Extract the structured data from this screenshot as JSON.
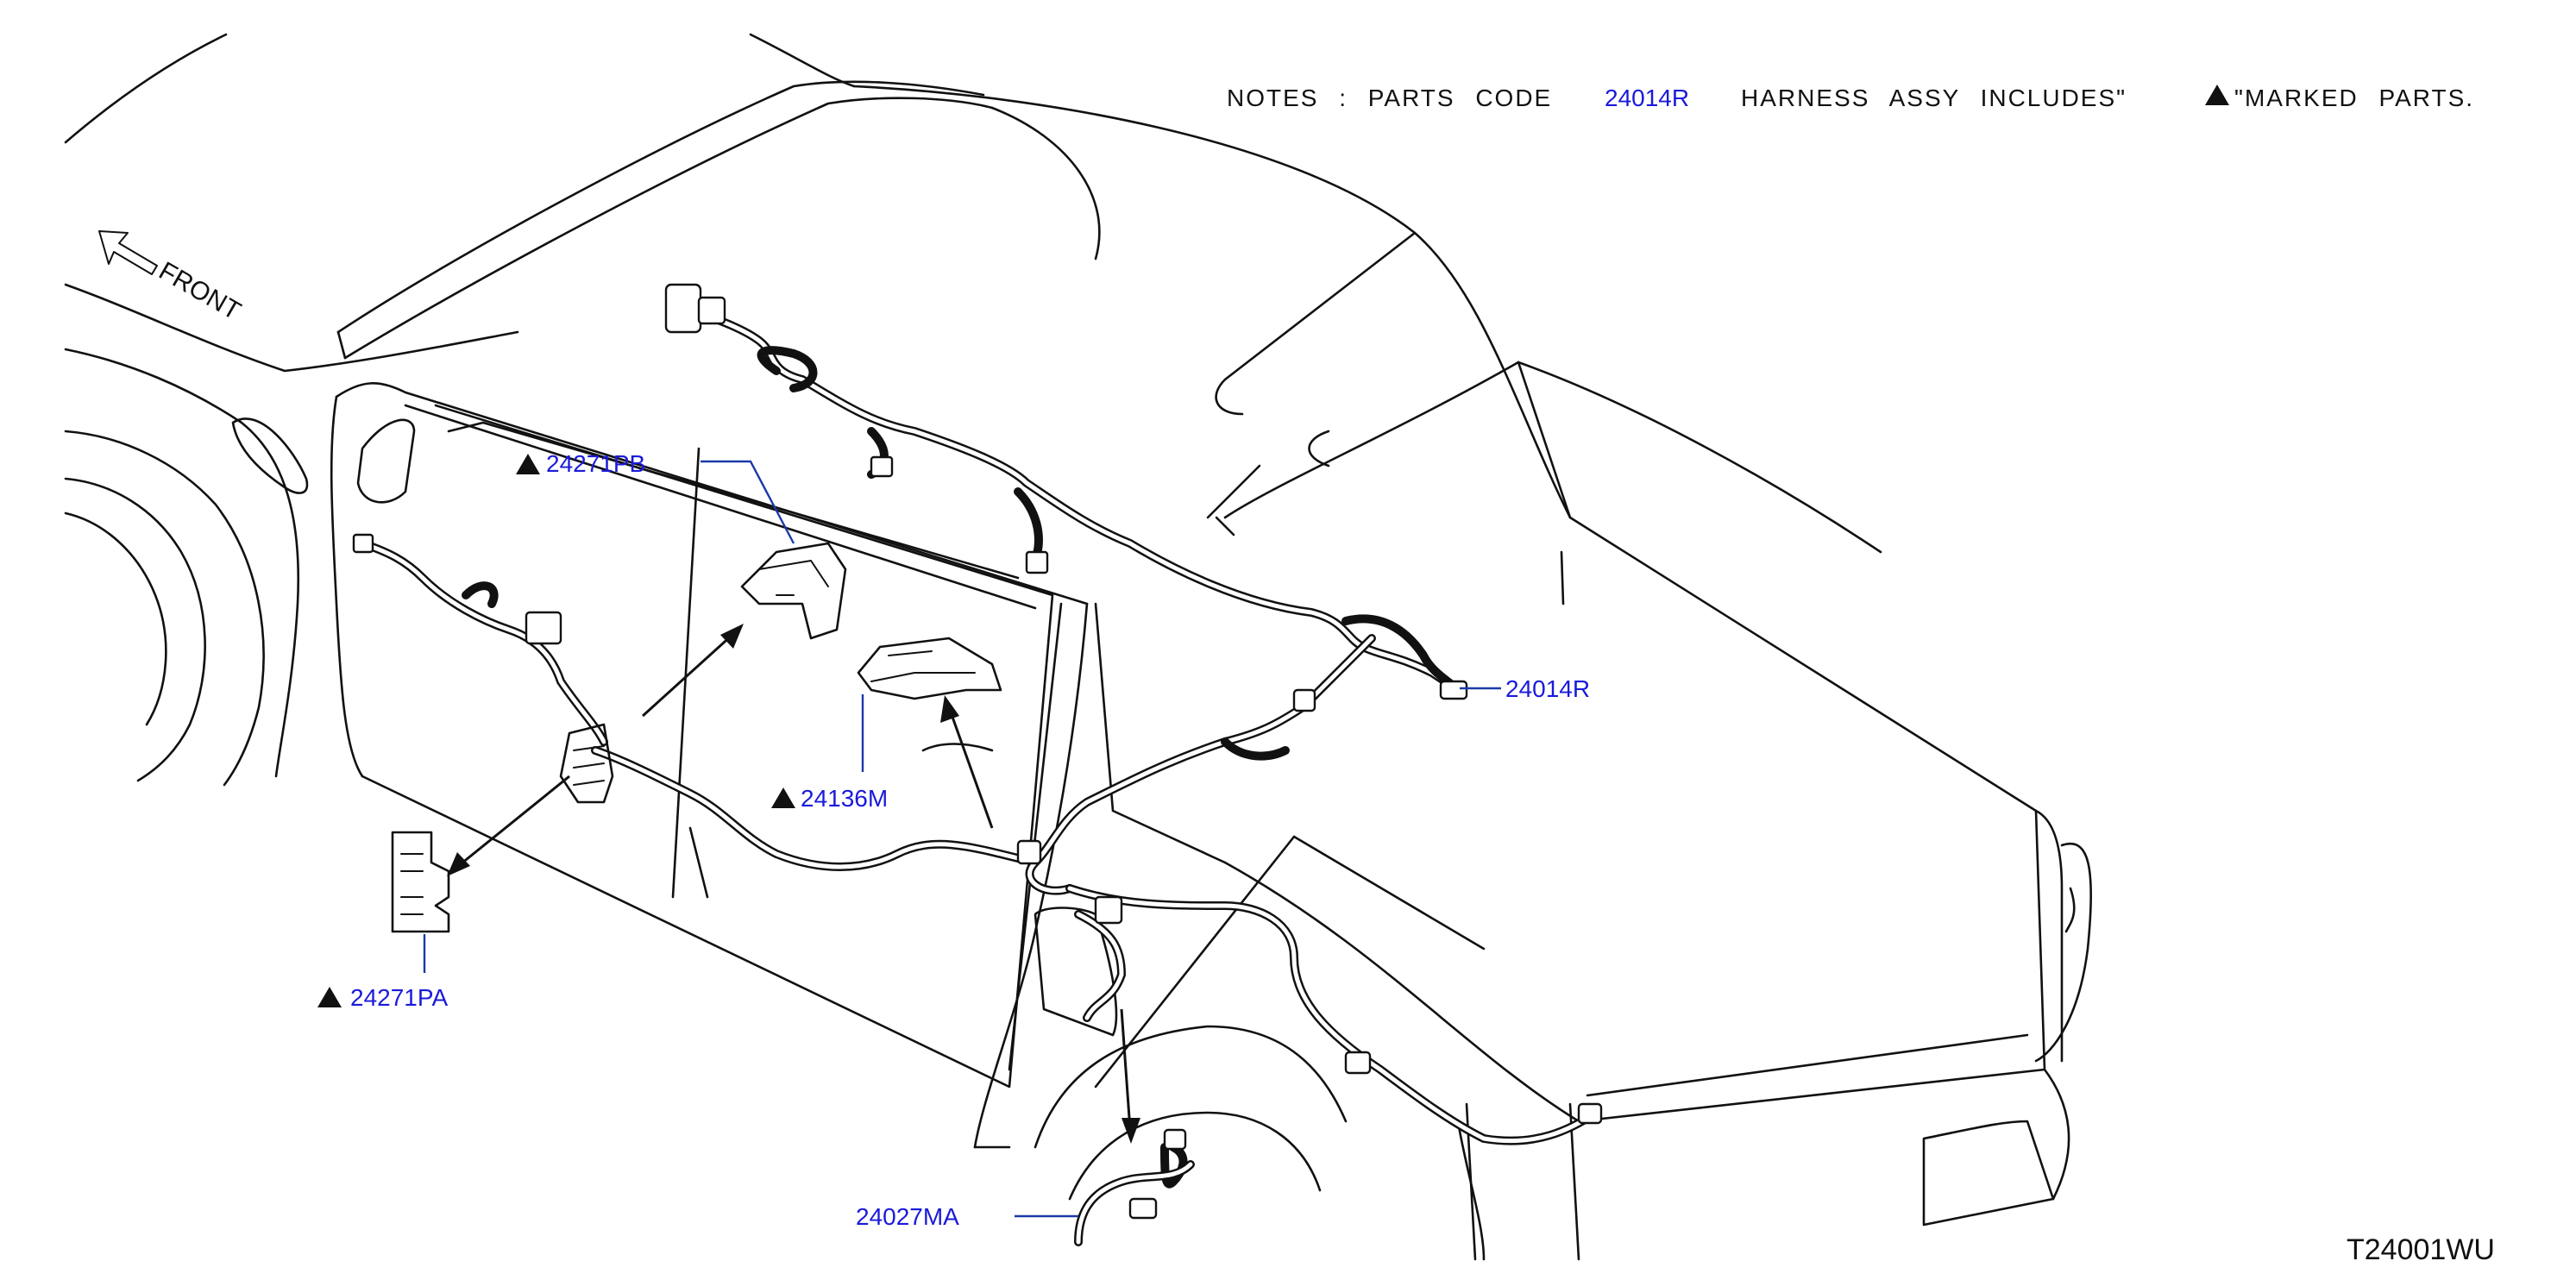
{
  "notes": {
    "prefix": "NOTES : PARTS CODE",
    "code": "24014R",
    "middle": "HARNESS ASSY INCLUDES\"",
    "suffix": "\"MARKED PARTS."
  },
  "orientation": {
    "label": "FRONT"
  },
  "callouts": {
    "p24271PB": {
      "label": "24271PB",
      "marked": true
    },
    "p24014R": {
      "label": "24014R",
      "marked": false
    },
    "p24136M": {
      "label": "24136M",
      "marked": true
    },
    "p24271PA": {
      "label": "24271PA",
      "marked": true
    },
    "p24027MA": {
      "label": "24027MA",
      "marked": false
    }
  },
  "diagram_code": "T24001WU",
  "colors": {
    "callout_text": "#1a1adb",
    "leader_line": "#1a3aa8",
    "line_art": "#111111"
  }
}
